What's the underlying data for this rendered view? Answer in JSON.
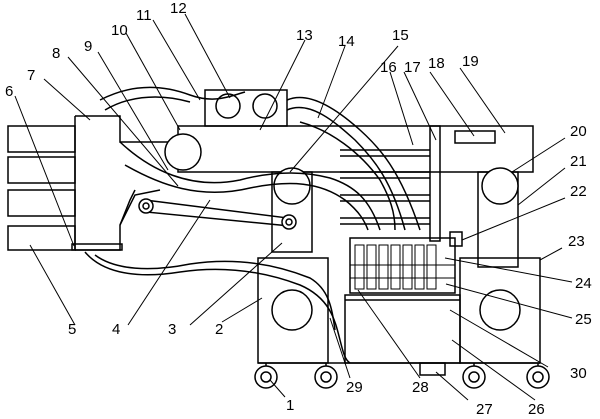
{
  "diagram": {
    "labels": [
      {
        "id": "l1",
        "text": "1"
      },
      {
        "id": "l2",
        "text": "2"
      },
      {
        "id": "l3",
        "text": "3"
      },
      {
        "id": "l4",
        "text": "4"
      },
      {
        "id": "l5",
        "text": "5"
      },
      {
        "id": "l6",
        "text": "6"
      },
      {
        "id": "l7",
        "text": "7"
      },
      {
        "id": "l8",
        "text": "8"
      },
      {
        "id": "l9",
        "text": "9"
      },
      {
        "id": "l10",
        "text": "10"
      },
      {
        "id": "l11",
        "text": "11"
      },
      {
        "id": "l12",
        "text": "12"
      },
      {
        "id": "l13",
        "text": "13"
      },
      {
        "id": "l14",
        "text": "14"
      },
      {
        "id": "l15",
        "text": "15"
      },
      {
        "id": "l16",
        "text": "16"
      },
      {
        "id": "l17",
        "text": "17"
      },
      {
        "id": "l18",
        "text": "18"
      },
      {
        "id": "l19",
        "text": "19"
      },
      {
        "id": "l20",
        "text": "20"
      },
      {
        "id": "l21",
        "text": "21"
      },
      {
        "id": "l22",
        "text": "22"
      },
      {
        "id": "l23",
        "text": "23"
      },
      {
        "id": "l24",
        "text": "24"
      },
      {
        "id": "l25",
        "text": "25"
      },
      {
        "id": "l26",
        "text": "26"
      },
      {
        "id": "l27",
        "text": "27"
      },
      {
        "id": "l28",
        "text": "28"
      },
      {
        "id": "l29",
        "text": "29"
      },
      {
        "id": "l30",
        "text": "30"
      }
    ]
  }
}
